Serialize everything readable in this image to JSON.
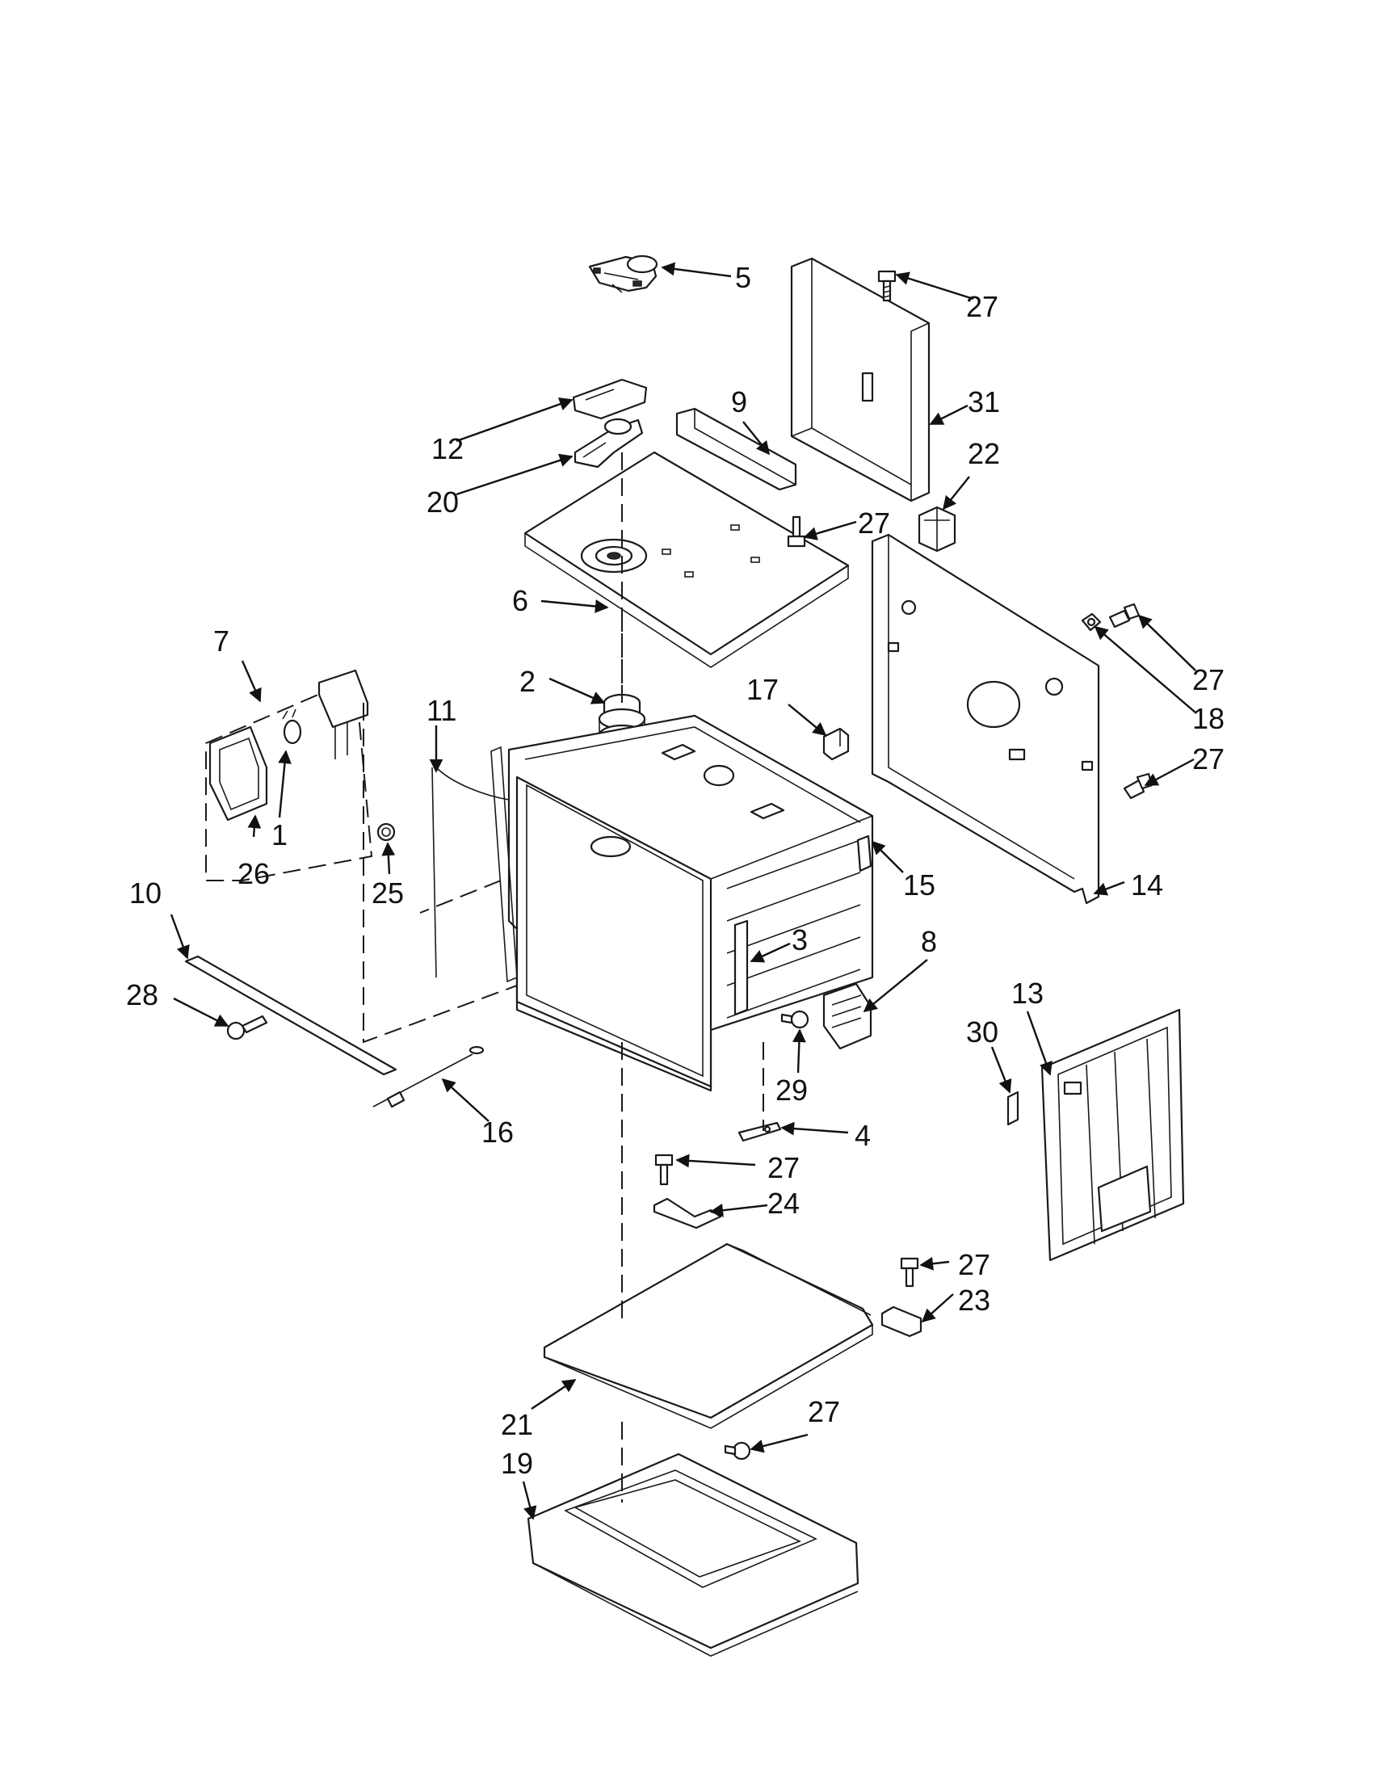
{
  "colors": {
    "ink": "#111111",
    "background": "#ffffff"
  },
  "callouts": [
    {
      "id": "c5",
      "label": "5"
    },
    {
      "id": "c27a",
      "label": "27"
    },
    {
      "id": "c31",
      "label": "31"
    },
    {
      "id": "c12",
      "label": "12"
    },
    {
      "id": "c9",
      "label": "9"
    },
    {
      "id": "c20",
      "label": "20"
    },
    {
      "id": "c22",
      "label": "22"
    },
    {
      "id": "c27b",
      "label": "27"
    },
    {
      "id": "c6",
      "label": "6"
    },
    {
      "id": "c7",
      "label": "7"
    },
    {
      "id": "c2",
      "label": "2"
    },
    {
      "id": "c17",
      "label": "17"
    },
    {
      "id": "c27c",
      "label": "27"
    },
    {
      "id": "c18",
      "label": "18"
    },
    {
      "id": "c11",
      "label": "11"
    },
    {
      "id": "c27d",
      "label": "27"
    },
    {
      "id": "c1",
      "label": "1"
    },
    {
      "id": "c26",
      "label": "26"
    },
    {
      "id": "c10",
      "label": "10"
    },
    {
      "id": "c25",
      "label": "25"
    },
    {
      "id": "c15",
      "label": "15"
    },
    {
      "id": "c14",
      "label": "14"
    },
    {
      "id": "c3",
      "label": "3"
    },
    {
      "id": "c8",
      "label": "8"
    },
    {
      "id": "c28",
      "label": "28"
    },
    {
      "id": "c13",
      "label": "13"
    },
    {
      "id": "c30",
      "label": "30"
    },
    {
      "id": "c29",
      "label": "29"
    },
    {
      "id": "c16",
      "label": "16"
    },
    {
      "id": "c4",
      "label": "4"
    },
    {
      "id": "c27e",
      "label": "27"
    },
    {
      "id": "c24",
      "label": "24"
    },
    {
      "id": "c27f",
      "label": "27"
    },
    {
      "id": "c23",
      "label": "23"
    },
    {
      "id": "c27g",
      "label": "27"
    },
    {
      "id": "c21",
      "label": "21"
    },
    {
      "id": "c19",
      "label": "19"
    }
  ]
}
